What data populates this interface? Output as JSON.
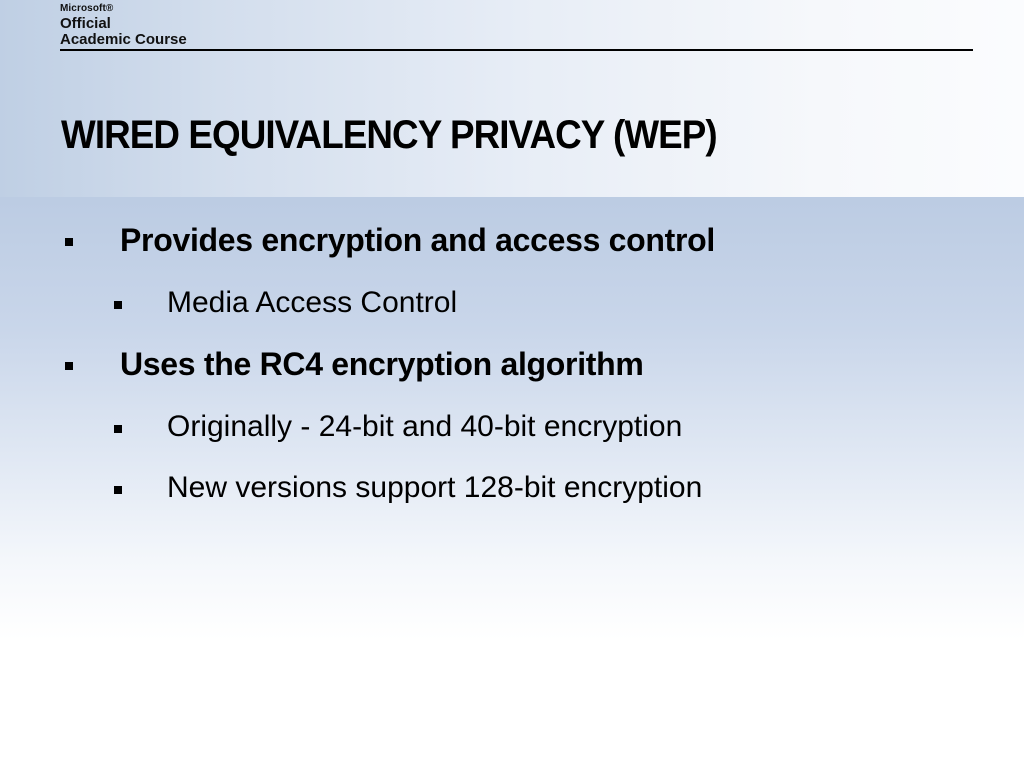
{
  "header": {
    "logo_line1": "Microsoft®",
    "logo_line2": "Official",
    "logo_line3": "Academic Course"
  },
  "slide": {
    "title": "WIRED EQUIVALENCY PRIVACY (WEP)",
    "bullets": [
      {
        "level": 1,
        "text": "Provides encryption and access control"
      },
      {
        "level": 2,
        "text": "Media Access Control"
      },
      {
        "level": 1,
        "text": "Uses the RC4 encryption algorithm"
      },
      {
        "level": 2,
        "text": "Originally - 24-bit and 40-bit encryption"
      },
      {
        "level": 2,
        "text": "New versions support 128-bit encryption"
      }
    ]
  },
  "colors": {
    "background_top": "#b3c6e0",
    "background_bottom": "#ffffff",
    "text": "#000000",
    "rule": "#000000"
  },
  "icons": {
    "bullet_marker": "square-bullet-icon"
  }
}
